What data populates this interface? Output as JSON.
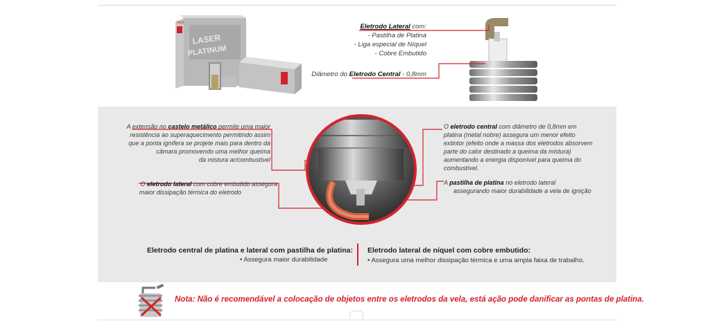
{
  "box_brand": "LASER PLATINUM",
  "box_logo": "NGK",
  "top_right": {
    "lateral_title": "Eletrodo Lateral",
    "lateral_suffix": " com:",
    "lateral_items": [
      "- Pastilha de Platina",
      "- Liga especial de Níquel",
      "- Cobre Embutido"
    ],
    "central_prefix": "Diâmetro do ",
    "central_bold": "Eletrodo Central",
    "central_suffix": " - 0,8mm"
  },
  "left_callouts": {
    "castelo": {
      "l1a": "A extensão no ",
      "l1b": "castelo metálico",
      "l1c": " permite uma maior",
      "l2": "resistência ao superaquecimento permitindo assim",
      "l3": "que a ponta ignífera se projete mais para dentro da",
      "l4": "câmara promovendo uma   melhor queima",
      "l5": "da mistura ar/combustível"
    },
    "lateral": {
      "l1a": "O ",
      "l1b": "eletrodo lateral",
      "l1c": " com cobre embutido assegura",
      "l2": "maior dissipação térmica  do eletrodo"
    }
  },
  "right_callouts": {
    "central": {
      "l1a": "O ",
      "l1b": "eletrodo central",
      "l1c": " com diâmetro de 0,8mm em",
      "l2": "platina (metal nobre) assegura um menor efeito",
      "l3": "extintor (efeito onde a massa dos eletrodos absorvem",
      "l4": "parte do calor destinado a queima da mistura)",
      "l5": "aumentando a energia disponível para queima do",
      "l6": "combustível."
    },
    "pastilha": {
      "l1a": "A ",
      "l1b": "pastilha de platina",
      "l1c": " no eletrodo lateral",
      "l2": "assegurando maior durabilidade a vela de ignição"
    }
  },
  "summary": {
    "left_title": "Eletrodo central de platina e lateral com pastilha de platina:",
    "left_item": "• Assegura maior durabilidade",
    "right_title": "Eletrodo lateral de níquel com cobre embutido:",
    "right_item": "• Assegura uma melhor dissipação térmica e uma ampla faixa de trabalho."
  },
  "note": "Nota: Não é recomendável a colocação de objetos entre os eletrodos da vela, está ação pode  danificar as pontas de platina.",
  "colors": {
    "accent": "#d2232a",
    "panel": "#e9e9e9",
    "text": "#3a3a3a"
  }
}
